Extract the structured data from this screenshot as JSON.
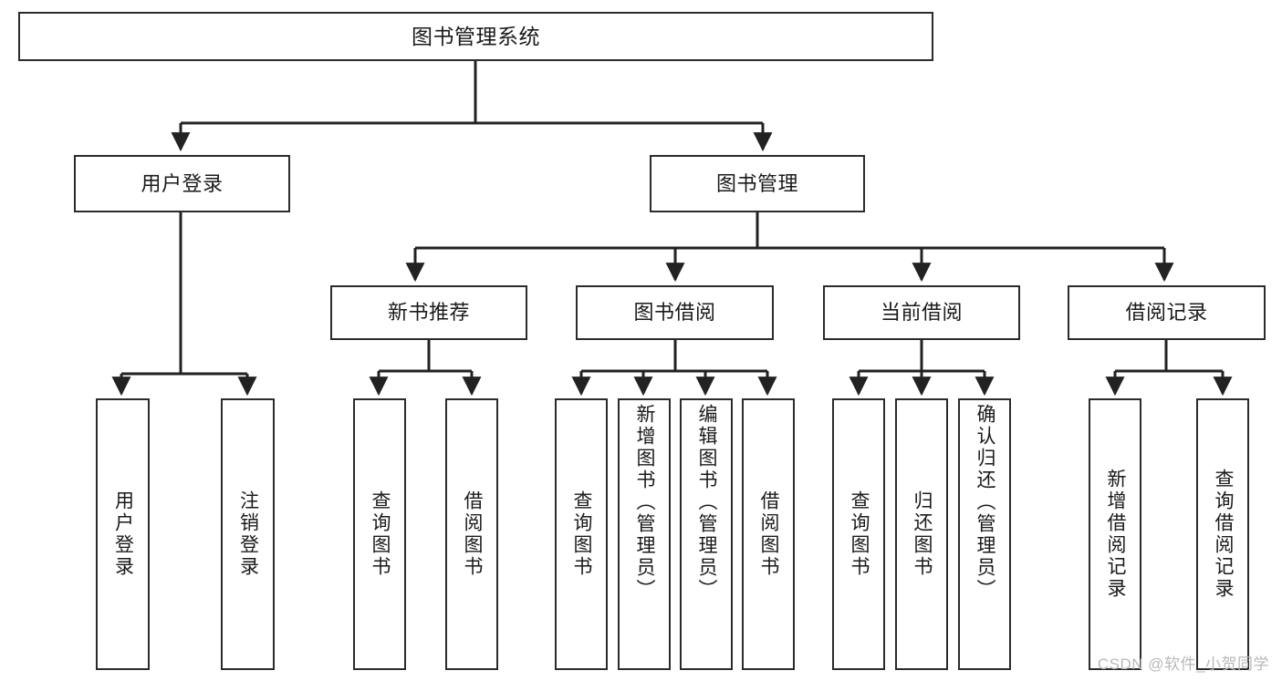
{
  "diagram": {
    "title": "图书管理系统",
    "type": "tree-hierarchy-chart",
    "colors": {
      "box_border": "#2b2b2b",
      "box_fill": "#ffffff",
      "connector": "#222222",
      "text": "#1a1a1a",
      "watermark": "#b9b9b9"
    },
    "root": {
      "label": "图书管理系统"
    },
    "level2": [
      {
        "label": "用户登录"
      },
      {
        "label": "图书管理"
      }
    ],
    "level3": [
      {
        "label": "新书推荐"
      },
      {
        "label": "图书借阅"
      },
      {
        "label": "当前借阅"
      },
      {
        "label": "借阅记录"
      }
    ],
    "leaves": {
      "user_login": [
        {
          "label": "用户登录"
        },
        {
          "label": "注销登录"
        }
      ],
      "new_book_recommend": [
        {
          "label": "查询图书"
        },
        {
          "label": "借阅图书"
        }
      ],
      "book_borrow": [
        {
          "label": "查询图书"
        },
        {
          "label": "新增图书（管理员）"
        },
        {
          "label": "编辑图书（管理员）"
        },
        {
          "label": "借阅图书"
        }
      ],
      "current_borrow": [
        {
          "label": "查询图书"
        },
        {
          "label": "归还图书"
        },
        {
          "label": "确认归还（管理员）"
        }
      ],
      "borrow_records": [
        {
          "label": "新增借阅记录"
        },
        {
          "label": "查询借阅记录"
        }
      ]
    }
  },
  "watermark": {
    "text": "CSDN @软件_小贺同学"
  }
}
